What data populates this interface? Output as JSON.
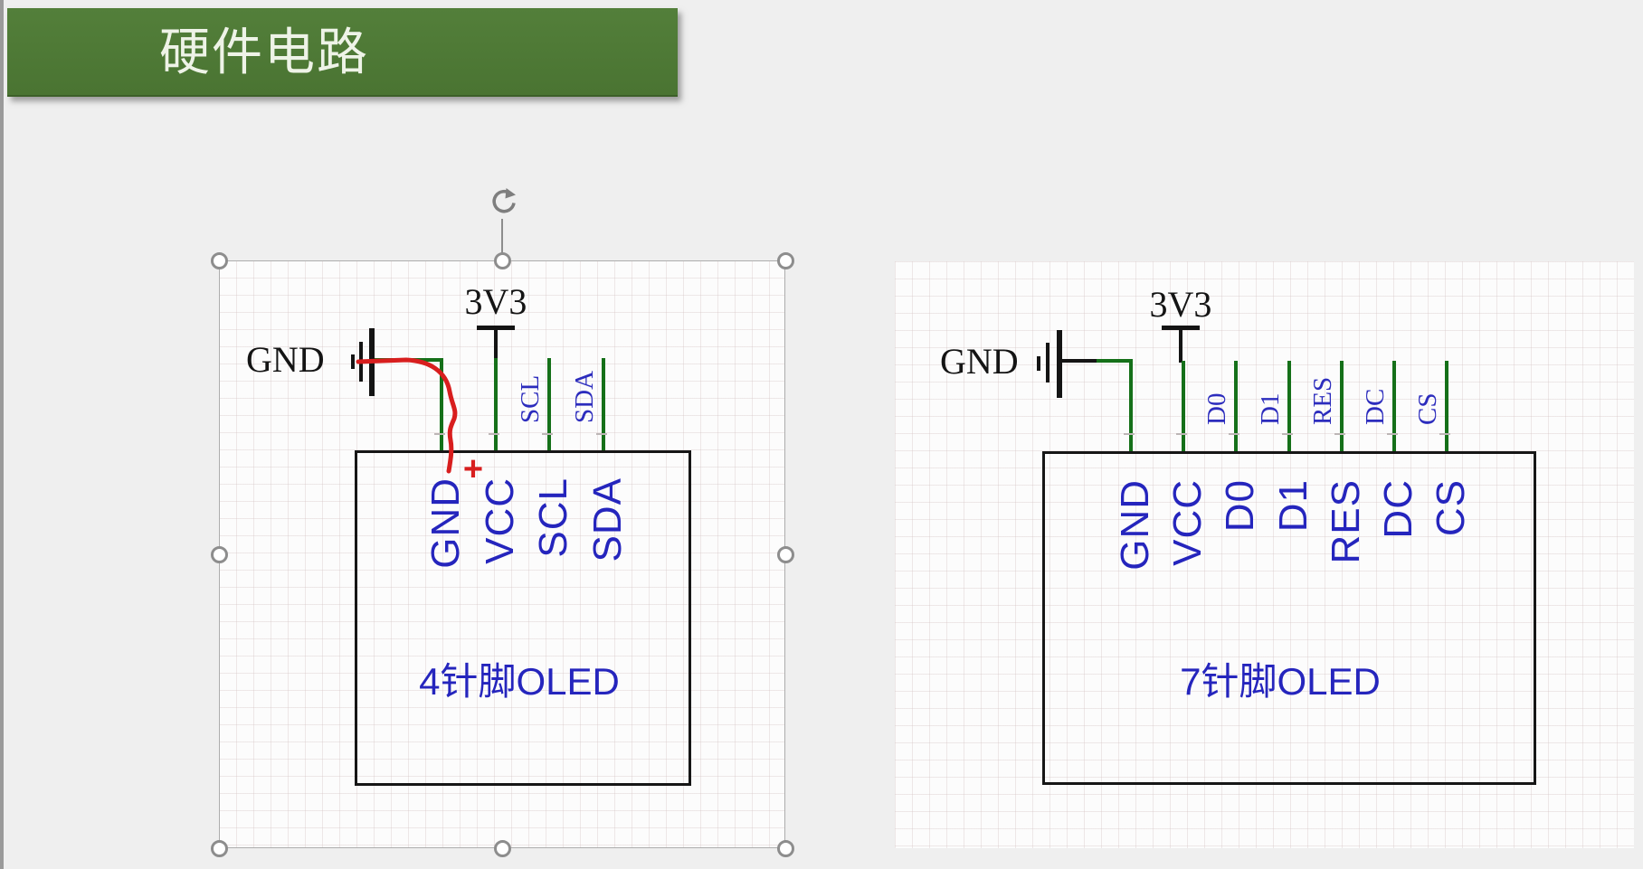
{
  "banner": {
    "title": "硬件电路"
  },
  "palette": {
    "banner_green": "#4e7a36",
    "wire_green": "#157019",
    "label_blue": "#2525bd",
    "annotation_red": "#d81e1e",
    "schematic_black": "#141414",
    "page_gray": "#efefef"
  },
  "diagrams": [
    {
      "chip_label": "4针脚OLED",
      "power_label": "3V3",
      "ground_label": "GND",
      "selected": true,
      "annotation_plus": "+",
      "pins": [
        {
          "name": "GND",
          "wire_label": ""
        },
        {
          "name": "VCC",
          "wire_label": ""
        },
        {
          "name": "SCL",
          "wire_label": "SCL"
        },
        {
          "name": "SDA",
          "wire_label": "SDA"
        }
      ]
    },
    {
      "chip_label": "7针脚OLED",
      "power_label": "3V3",
      "ground_label": "GND",
      "selected": false,
      "pins": [
        {
          "name": "GND",
          "wire_label": ""
        },
        {
          "name": "VCC",
          "wire_label": ""
        },
        {
          "name": "D0",
          "wire_label": "D0"
        },
        {
          "name": "D1",
          "wire_label": "D1"
        },
        {
          "name": "RES",
          "wire_label": "RES"
        },
        {
          "name": "DC",
          "wire_label": "DC"
        },
        {
          "name": "CS",
          "wire_label": "CS"
        }
      ]
    }
  ]
}
